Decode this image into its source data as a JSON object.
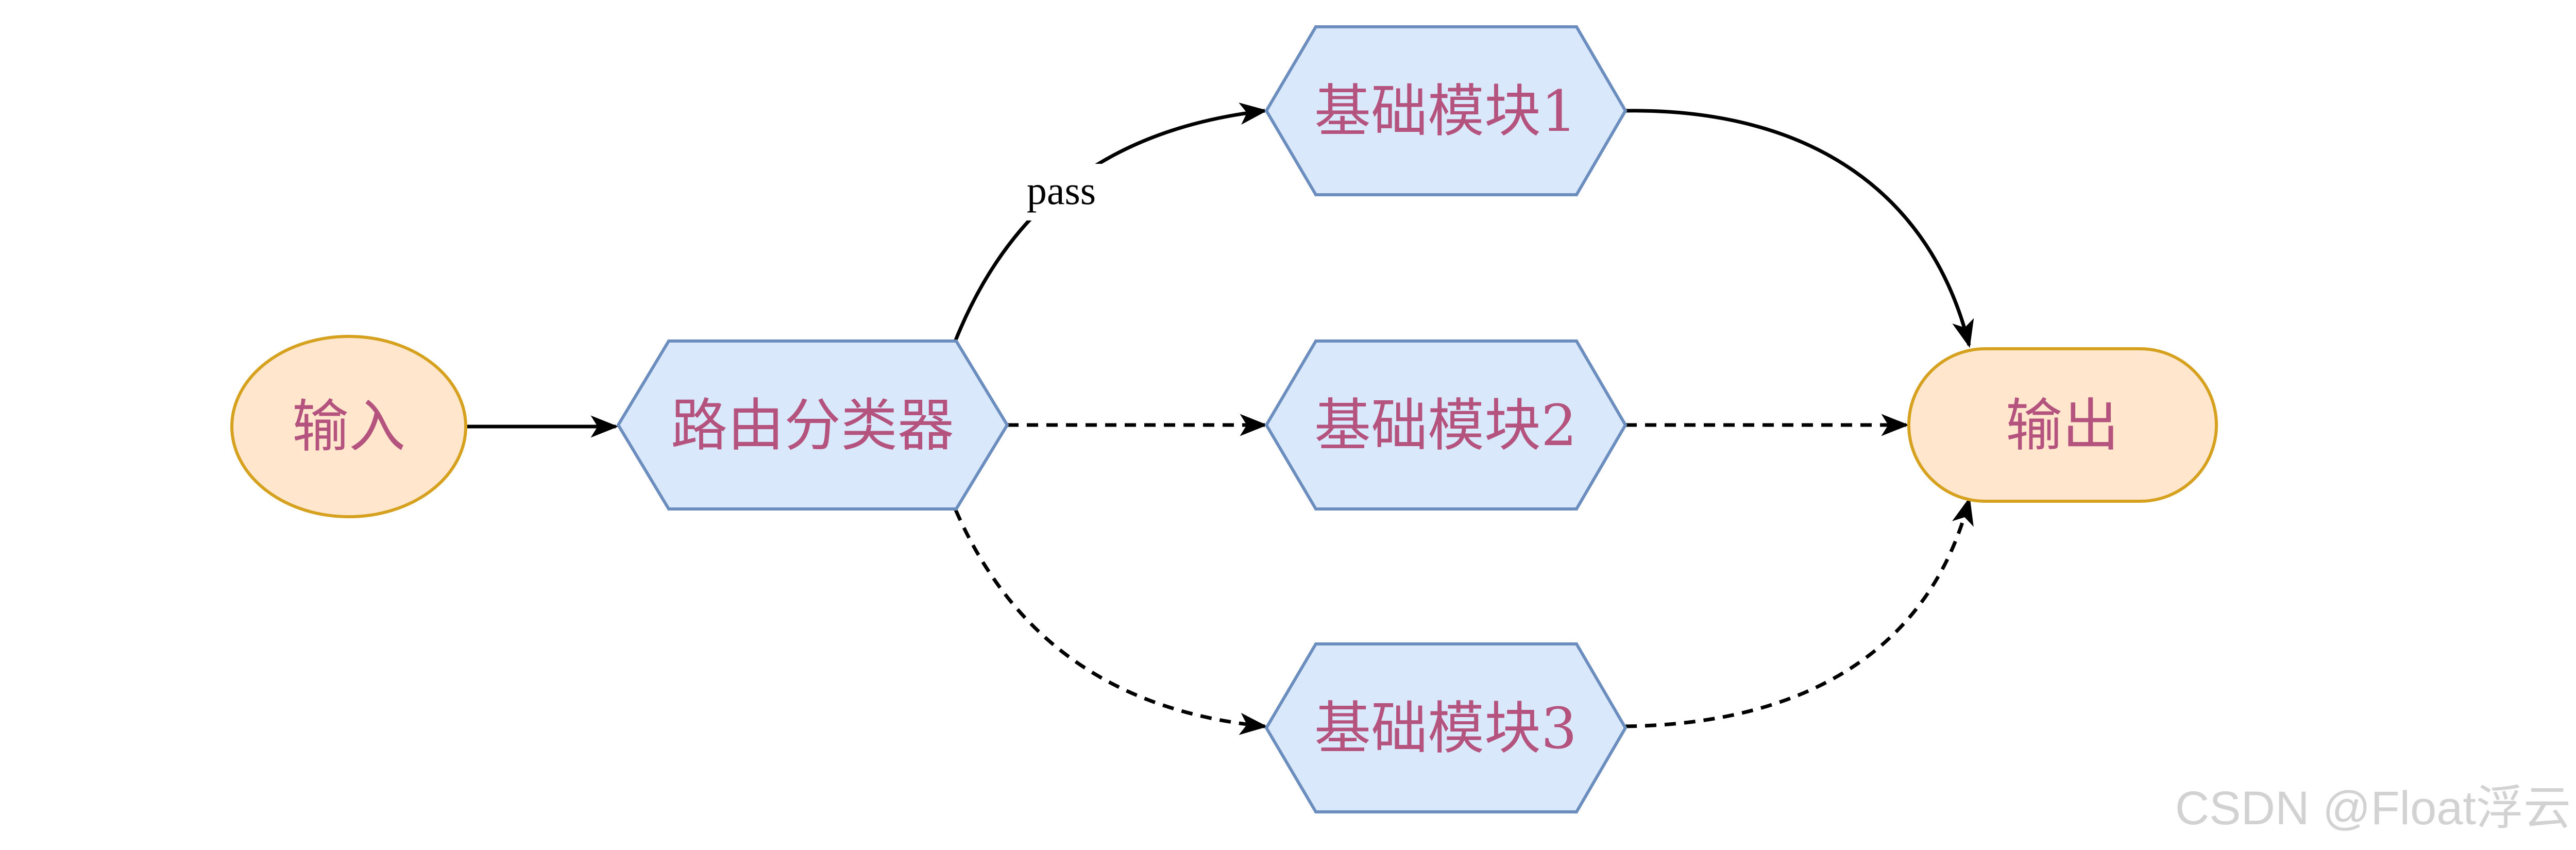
{
  "colors": {
    "terminal_fill": "#ffe6cc",
    "terminal_stroke": "#d6a11f",
    "process_fill": "#dae8fc",
    "process_stroke": "#6c8ebf",
    "label_text": "#b5537f",
    "edge": "#000000",
    "watermark": "#d2d2d2"
  },
  "nodes": {
    "input": "输入",
    "router": "路由分类器",
    "module1": "基础模块1",
    "module2": "基础模块2",
    "module3": "基础模块3",
    "output": "输出"
  },
  "edges": [
    {
      "from": "input",
      "to": "router",
      "style": "solid"
    },
    {
      "from": "router",
      "to": "module1",
      "style": "solid",
      "label": "pass"
    },
    {
      "from": "router",
      "to": "module2",
      "style": "dashed"
    },
    {
      "from": "router",
      "to": "module3",
      "style": "dashed"
    },
    {
      "from": "module1",
      "to": "output",
      "style": "solid"
    },
    {
      "from": "module2",
      "to": "output",
      "style": "dashed"
    },
    {
      "from": "module3",
      "to": "output",
      "style": "dashed"
    }
  ],
  "watermark": "CSDN @Float浮云"
}
